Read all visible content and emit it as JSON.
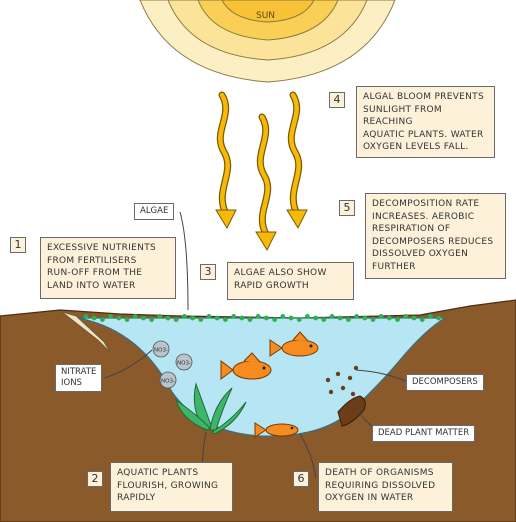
{
  "sun_label": "SUN",
  "steps": [
    {
      "number": "1",
      "text": "EXCESSIVE NUTRIENTS\nFROM FERTILISERS\nRUN-OFF FROM THE\nLAND INTO WATER"
    },
    {
      "number": "2",
      "text": "AQUATIC PLANTS\nFLOURISH, GROWING\nRAPIDLY"
    },
    {
      "number": "3",
      "text": "ALGAE ALSO SHOW\nRAPID GROWTH"
    },
    {
      "number": "4",
      "text": "ALGAL BLOOM PREVENTS\nSUNLIGHT FROM REACHING\nAQUATIC PLANTS. WATER\nOXYGEN LEVELS FALL."
    },
    {
      "number": "5",
      "text": "DECOMPOSITION RATE\nINCREASES. AEROBIC\nRESPIRATION OF\nDECOMPOSERS REDUCES\nDISSOLVED OXYGEN\nFURTHER"
    },
    {
      "number": "6",
      "text": "DEATH OF ORGANISMS\nREQUIRING DISSOLVED\nOXYGEN IN WATER"
    }
  ],
  "tags": {
    "algae": "ALGAE",
    "nitrate_ions": "NITRATE\nIONS",
    "decomposers": "DECOMPOSERS",
    "dead_plant_matter": "DEAD PLANT MATTER"
  },
  "ion_label": "NO3-",
  "colors": {
    "sky": "#ffffff",
    "sun": "#fbd56b",
    "sun_ray": "#f4b400",
    "soil": "#8a5a2b",
    "water": "#b6e6f3",
    "algae": "#2bb34a",
    "fish": "#f68b1f",
    "plant": "#3fb56a",
    "box_fill": "#fdf2d9"
  }
}
